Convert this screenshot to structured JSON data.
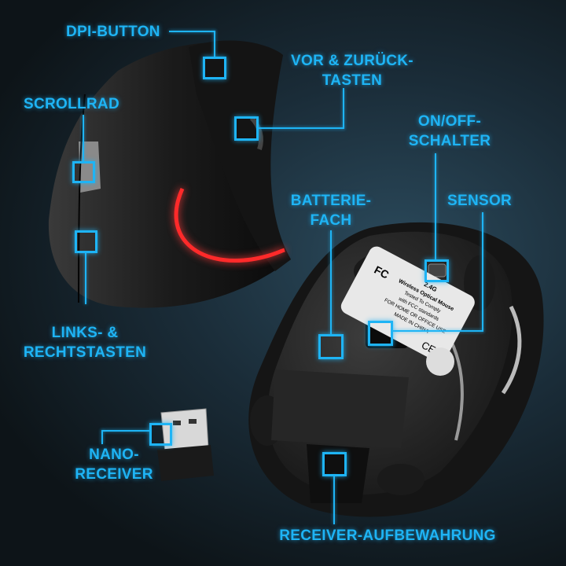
{
  "labels": {
    "dpi_button": "DPI-BUTTON",
    "vor_zurueck_line1": "VOR & ZURÜCK-",
    "vor_zurueck_line2": "TASTEN",
    "scrollrad": "SCROLLRAD",
    "links_rechts_line1": "LINKS- &",
    "links_rechts_line2": "RECHTSTASTEN",
    "on_off_line1": "ON/OFF-",
    "on_off_line2": "SCHALTER",
    "sensor": "SENSOR",
    "batterie_line1": "BATTERIE-",
    "batterie_line2": "FACH",
    "nano_line1": "NANO-",
    "nano_line2": "RECEIVER",
    "receiver_storage": "RECEIVER-AUFBEWAHRUNG"
  },
  "sticker": {
    "freq": "2.4G",
    "line1": "Wireless Optical Mouse",
    "line2": "Tested To Comply",
    "line3": "with FCC standards",
    "line4": "FOR HOME OR OFFICE USE",
    "line5": "MADE IN CHINA",
    "fcc": "FC",
    "ce": "CE"
  },
  "colors": {
    "accent": "#1eb4f5",
    "led": "#ff2a2a"
  }
}
